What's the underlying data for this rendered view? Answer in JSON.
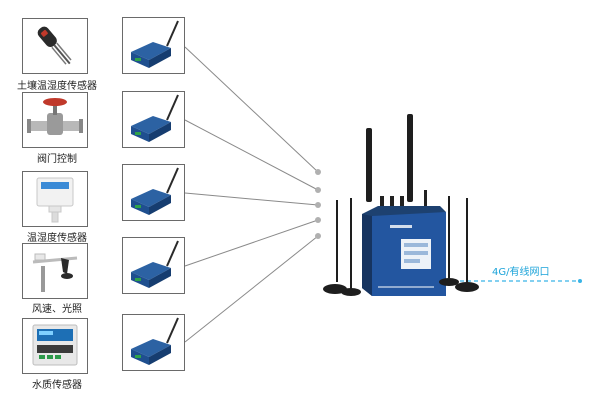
{
  "colors": {
    "connector": "#8a8a8a",
    "dot": "#b0b0b0",
    "module_blue": "#1f4f8f",
    "router_blue": "#1d4170",
    "net_line": "#39b4e6",
    "net_text": "#1aa3d9"
  },
  "sensors": [
    {
      "label": "土壤温湿度传感器",
      "icon": "soil-probe-icon"
    },
    {
      "label": "阀门控制",
      "icon": "valve-icon"
    },
    {
      "label": "温湿度传感器",
      "icon": "temp-humidity-sensor-icon"
    },
    {
      "label": "风速、光照",
      "icon": "wind-light-sensor-icon"
    },
    {
      "label": "水质传感器",
      "icon": "water-quality-sensor-icon"
    }
  ],
  "module_icon": "wireless-dtu-module-icon",
  "router_icon": "4g-router-icon",
  "network_label": "4G/有线网口"
}
